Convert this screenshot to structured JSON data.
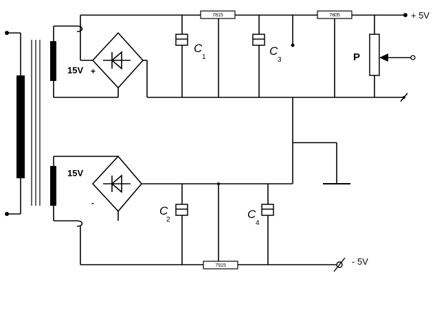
{
  "circuit": {
    "transformer": {
      "secondary_top_voltage": "15V",
      "secondary_bottom_voltage": "15V"
    },
    "bridges": {
      "top_polarity": "+",
      "bottom_polarity": "-"
    },
    "regulators": {
      "positive_15": "7815",
      "positive_5": "7805",
      "negative_15": "7915"
    },
    "capacitors": {
      "c1": {
        "letter": "C",
        "index": "1"
      },
      "c2": {
        "letter": "C",
        "index": "2"
      },
      "c3": {
        "letter": "C",
        "index": "3"
      },
      "c4": {
        "letter": "C",
        "index": "4"
      }
    },
    "potentiometer": {
      "label": "P"
    },
    "outputs": {
      "positive": "+ 5V",
      "negative": "- 5V"
    },
    "colors": {
      "ink": "#000000",
      "background": "#ffffff"
    }
  }
}
